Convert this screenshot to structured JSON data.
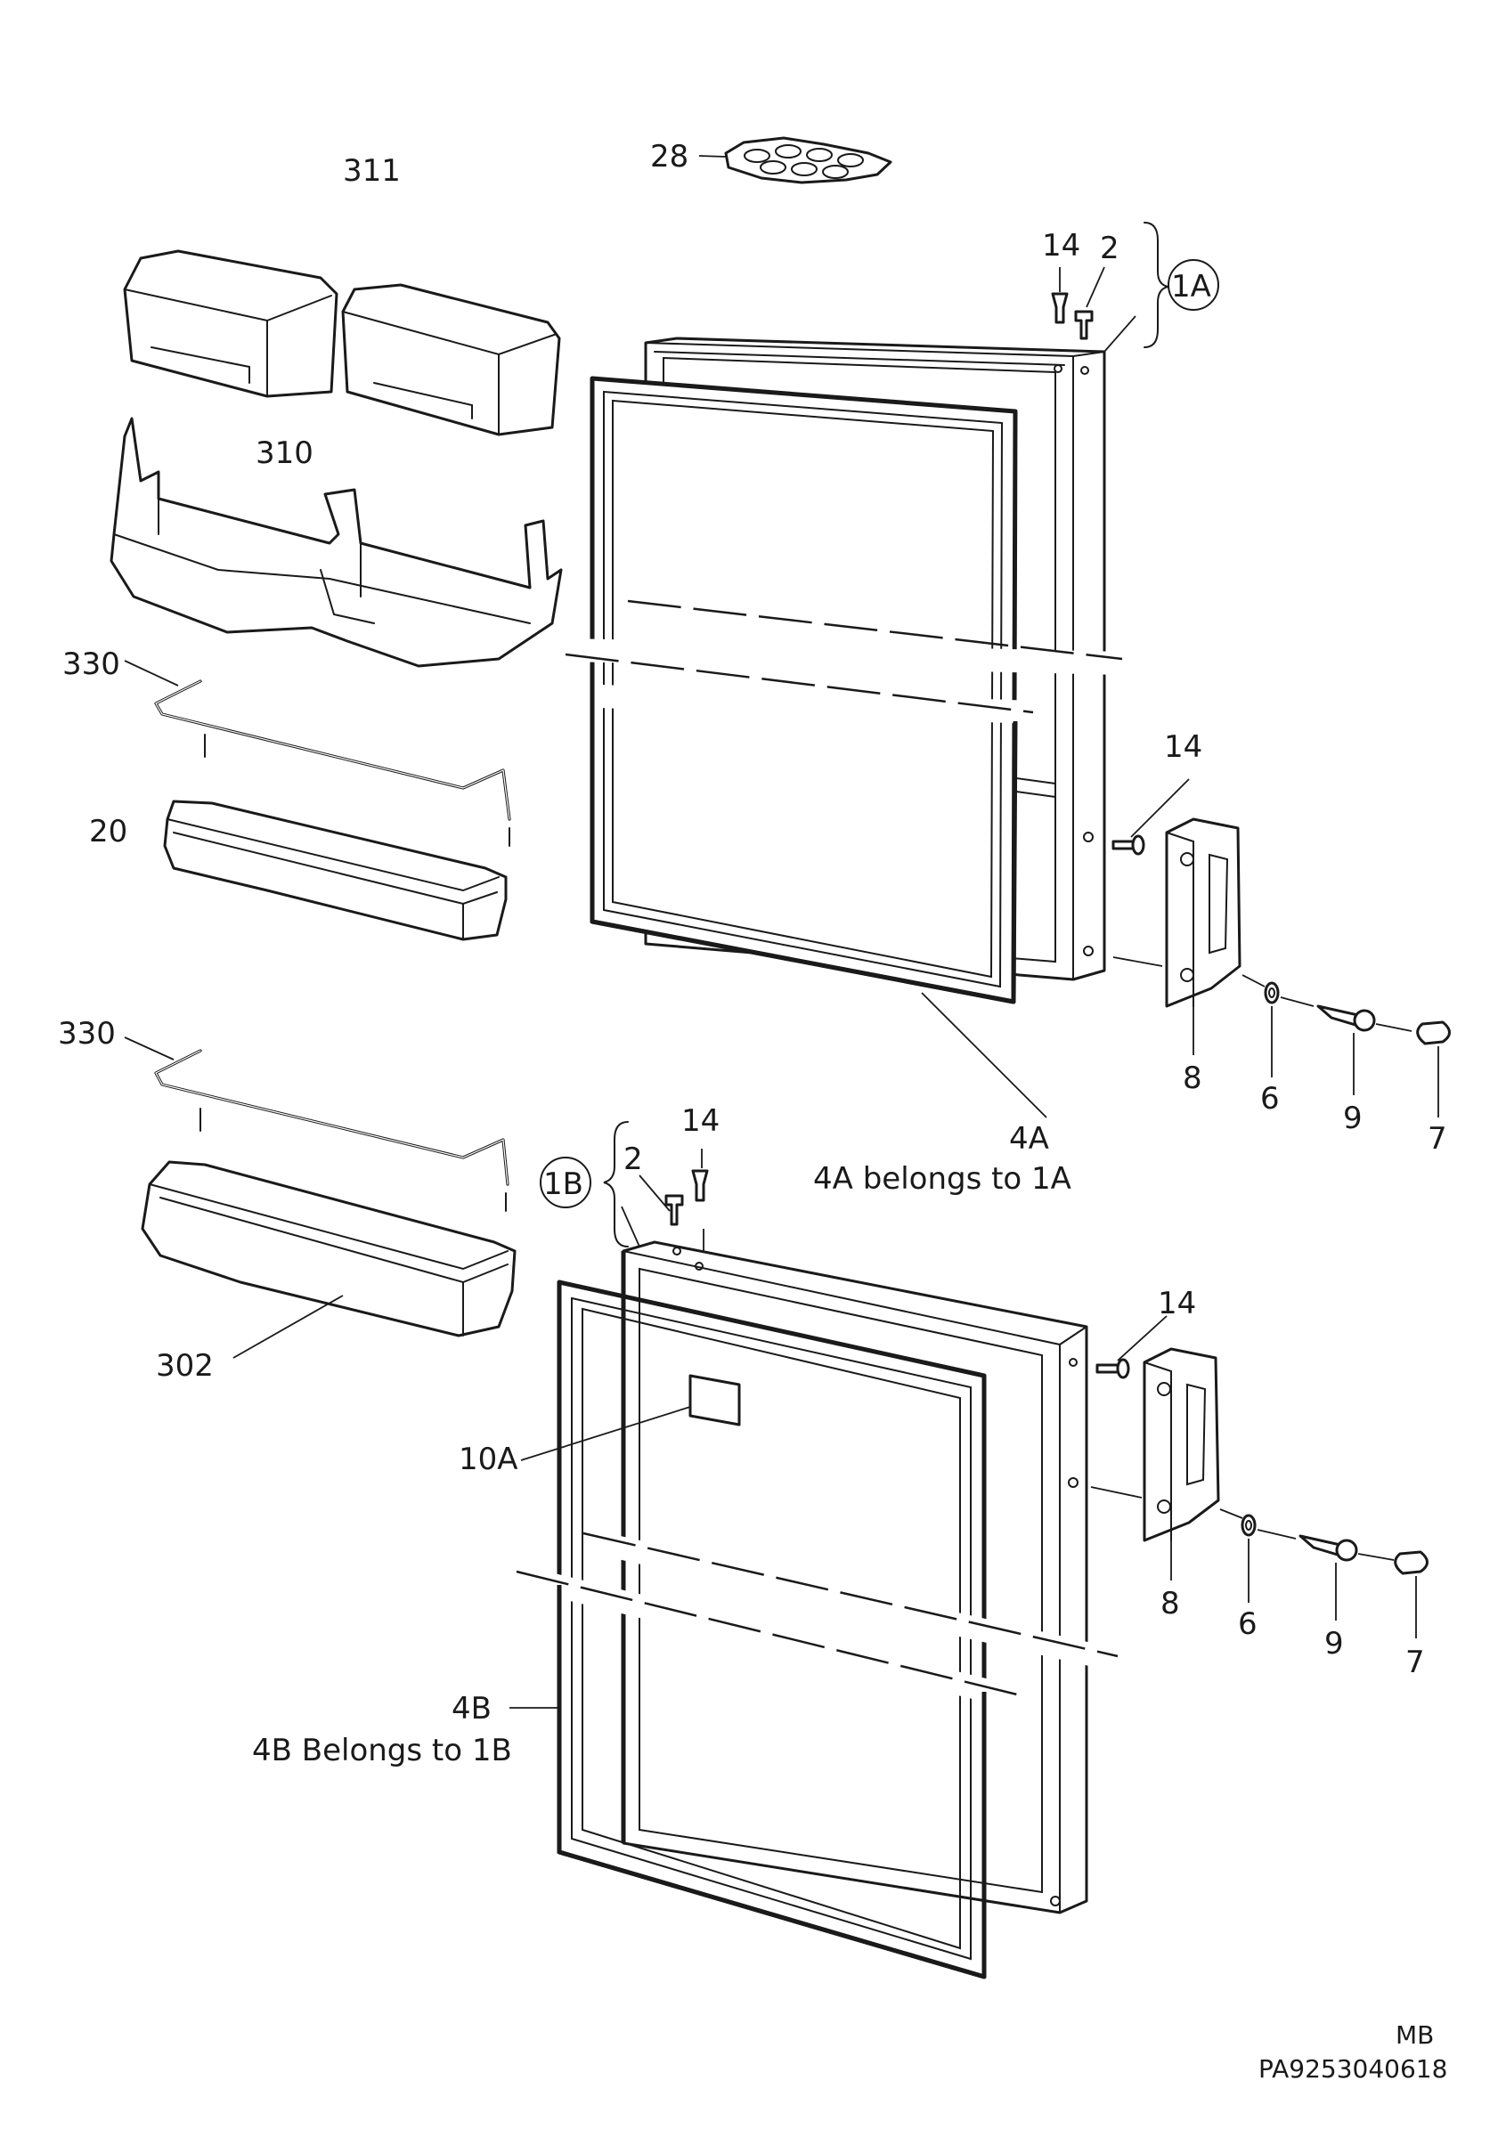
{
  "parts": {
    "p311": "311",
    "p28": "28",
    "p14_top": "14",
    "p2_top": "2",
    "p1A": "1A",
    "p310": "310",
    "p330_a": "330",
    "p20": "20",
    "p14_handleA": "14",
    "p8_A": "8",
    "p6_A": "6",
    "p9_A": "9",
    "p7_A": "7",
    "p4A": "4A",
    "p330_b": "330",
    "p14_B": "14",
    "p2_B": "2",
    "p1B": "1B",
    "p302": "302",
    "p14_handleB": "14",
    "p10A": "10A",
    "p8_B": "8",
    "p6_B": "6",
    "p9_B": "9",
    "p7_B": "7",
    "p4B": "4B"
  },
  "notes": {
    "note_4A": "4A belongs to 1A",
    "note_4B": "4B  Belongs to 1B"
  },
  "footer": {
    "author": "MB",
    "drawing_id": "PA9253040618"
  }
}
